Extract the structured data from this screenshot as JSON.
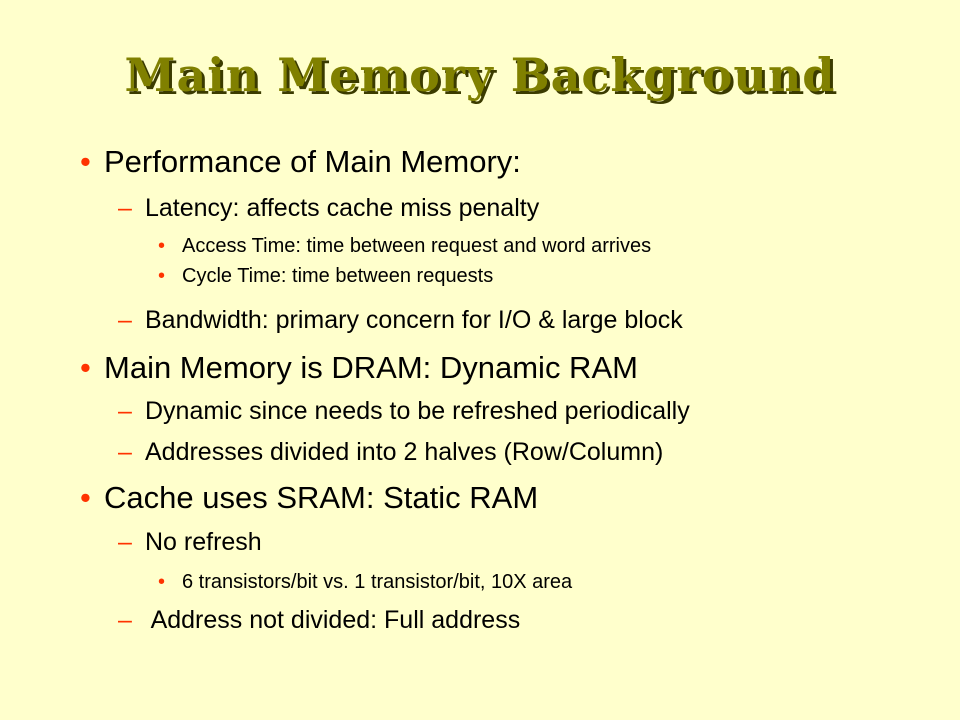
{
  "slide": {
    "title": "Main Memory Background",
    "colors": {
      "background": "#ffffcc",
      "title": "#808000",
      "bullet": "#ff3300",
      "text": "#000000"
    },
    "bullets": {
      "l1_symbol": "•",
      "l2_symbol": "–",
      "l3_symbol": "•"
    },
    "items": [
      {
        "level": 1,
        "text": "Performance of Main Memory:"
      },
      {
        "level": 2,
        "text": "Latency: affects cache miss penalty"
      },
      {
        "level": 3,
        "text": "Access Time: time between request and word arrives"
      },
      {
        "level": 3,
        "text": "Cycle Time: time between requests"
      },
      {
        "level": 2,
        "text": "Bandwidth: primary concern for I/O & large block"
      },
      {
        "level": 1,
        "text": "Main Memory is DRAM: Dynamic RAM"
      },
      {
        "level": 2,
        "text": "Dynamic since needs to be refreshed periodically"
      },
      {
        "level": 2,
        "text": "Addresses divided into 2 halves (Row/Column)"
      },
      {
        "level": 1,
        "text": "Cache uses SRAM: Static RAM"
      },
      {
        "level": 2,
        "text": "No refresh"
      },
      {
        "level": 3,
        "text": "6 transistors/bit vs. 1 transistor/bit, 10X area"
      },
      {
        "level": 2,
        "text": " Address not divided: Full address"
      }
    ]
  }
}
